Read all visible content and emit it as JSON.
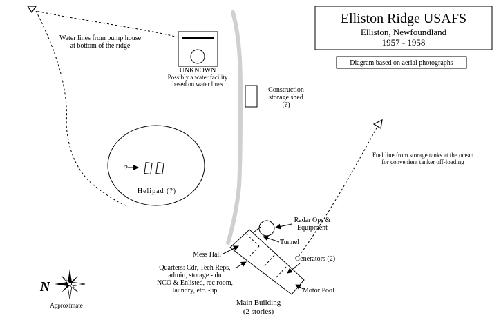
{
  "title_box": {
    "title": "Elliston Ridge USAFS",
    "location": "Elliston, Newfoundland",
    "years": "1957 - 1958"
  },
  "note": "Diagram based on aerial photographs",
  "labels": {
    "water_lines": [
      "Water lines from pump house",
      "at bottom of the ridge"
    ],
    "unknown": [
      "UNKNOWN",
      "Possibly a water facility",
      "based on water lines"
    ],
    "shed": [
      "Construction",
      "storage shed",
      "(?)"
    ],
    "fuel_line": [
      "Fuel line from storage tanks at the ocean",
      "for convenient tanker off-loading"
    ],
    "helipad_q": "?",
    "helipad": "Helipad (?)",
    "radar": [
      "Radar Ops &",
      "Equipment"
    ],
    "tunnel": "Tunnel",
    "mess_hall": "Mess Hall",
    "generators": "Generators (2)",
    "quarters": [
      "Quarters: Cdr, Tech Reps,",
      "admin, storage - dn",
      "NCO & Enlisted, rec room,",
      "laundry, etc. -up"
    ],
    "motor_pool": "Motor Pool",
    "main_building": [
      "Main Building",
      "(2 stories)"
    ]
  },
  "compass": {
    "north": "N",
    "note": "Approximate"
  },
  "colors": {
    "ink": "#000000",
    "road": "#d0d0d0",
    "paper": "#ffffff"
  }
}
